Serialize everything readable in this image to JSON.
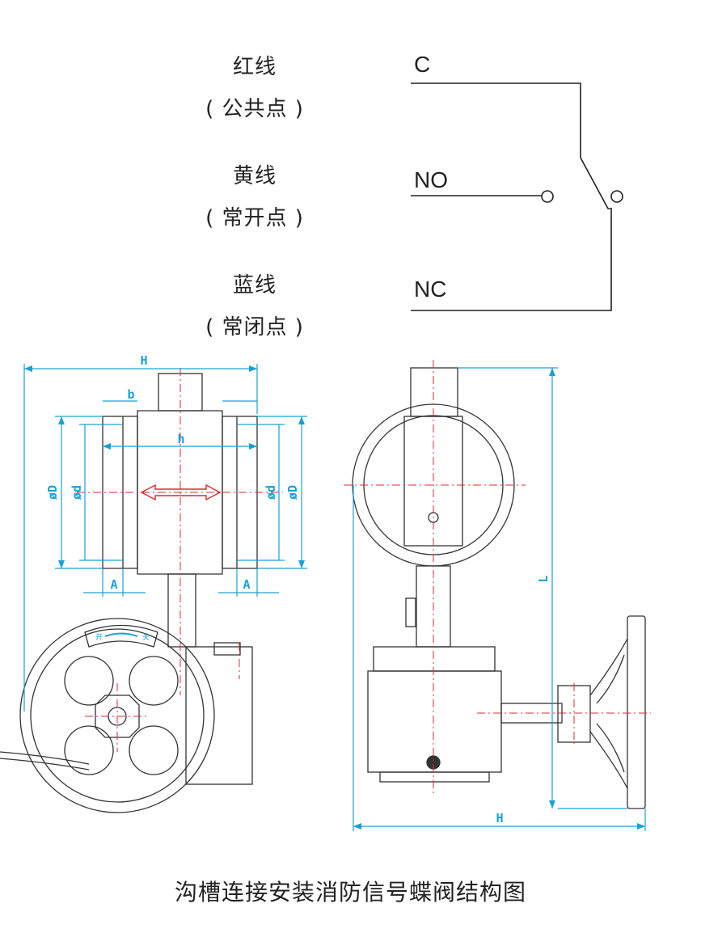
{
  "wiring": {
    "red": {
      "name": "红线",
      "desc": "( 公共点 )",
      "terminal": "C"
    },
    "yellow": {
      "name": "黄线",
      "desc": "( 常开点 )",
      "terminal": "NO"
    },
    "blue": {
      "name": "蓝线",
      "desc": "( 常闭点 )",
      "terminal": "NC"
    }
  },
  "front_view": {
    "dims": {
      "H": "H",
      "b": "b",
      "h": "h",
      "D_left": "øD",
      "d_left": "ød",
      "d_right": "ød",
      "D_right": "øD",
      "A_left": "A",
      "A_right": "A"
    },
    "handwheel": {
      "open": "开",
      "close": "关"
    }
  },
  "side_view": {
    "dims": {
      "L": "L",
      "H": "H"
    }
  },
  "caption": "沟槽连接安装消防信号蝶阀结构图",
  "colors": {
    "dimension": "#1aa0d6",
    "centerline": "#e0282f",
    "outline": "#333333"
  }
}
